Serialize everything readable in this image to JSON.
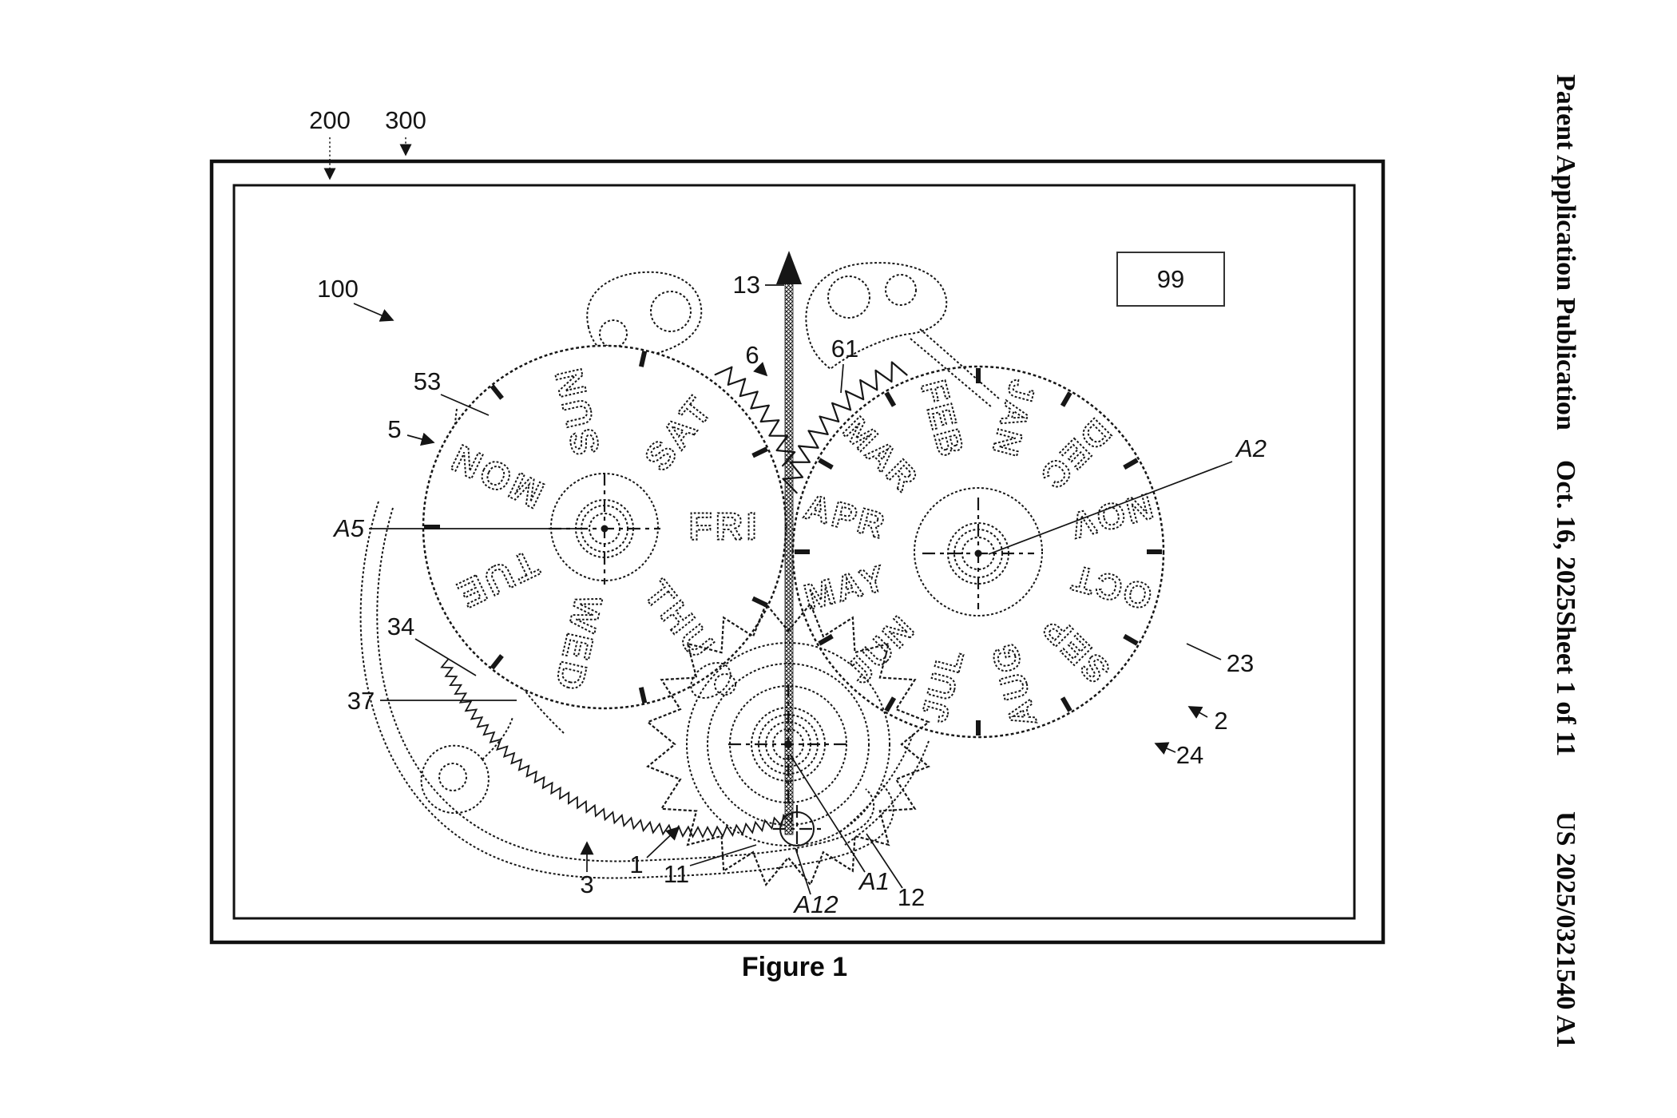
{
  "header": {
    "publication": "Patent Application Publication",
    "date": "Oct. 16, 2025",
    "sheet": "Sheet 1 of 11",
    "doc_number": "US 2025/0321540 A1"
  },
  "caption": "Figure 1",
  "discs": {
    "days": [
      "SUN",
      "MON",
      "TUE",
      "WED",
      "THU",
      "FRI",
      "SAT"
    ],
    "months": [
      "JAN",
      "FEB",
      "MAR",
      "APR",
      "MAY",
      "JUN",
      "JUL",
      "AUG",
      "SEP",
      "OCT",
      "NOV",
      "DEC"
    ]
  },
  "refs": {
    "n100": "100",
    "n200": "200",
    "n300": "300",
    "n99": "99",
    "n53": "53",
    "n5": "5",
    "nA5": "A5",
    "n34": "34",
    "n37": "37",
    "n3": "3",
    "n1": "1",
    "n11": "11",
    "nA12": "A12",
    "nA1": "A1",
    "n12": "12",
    "n13": "13",
    "n6": "6",
    "n61": "61",
    "nA2": "A2",
    "n23": "23",
    "n2": "2",
    "n24": "24"
  },
  "colors": {
    "ink": "#161616",
    "paper": "#ffffff"
  }
}
